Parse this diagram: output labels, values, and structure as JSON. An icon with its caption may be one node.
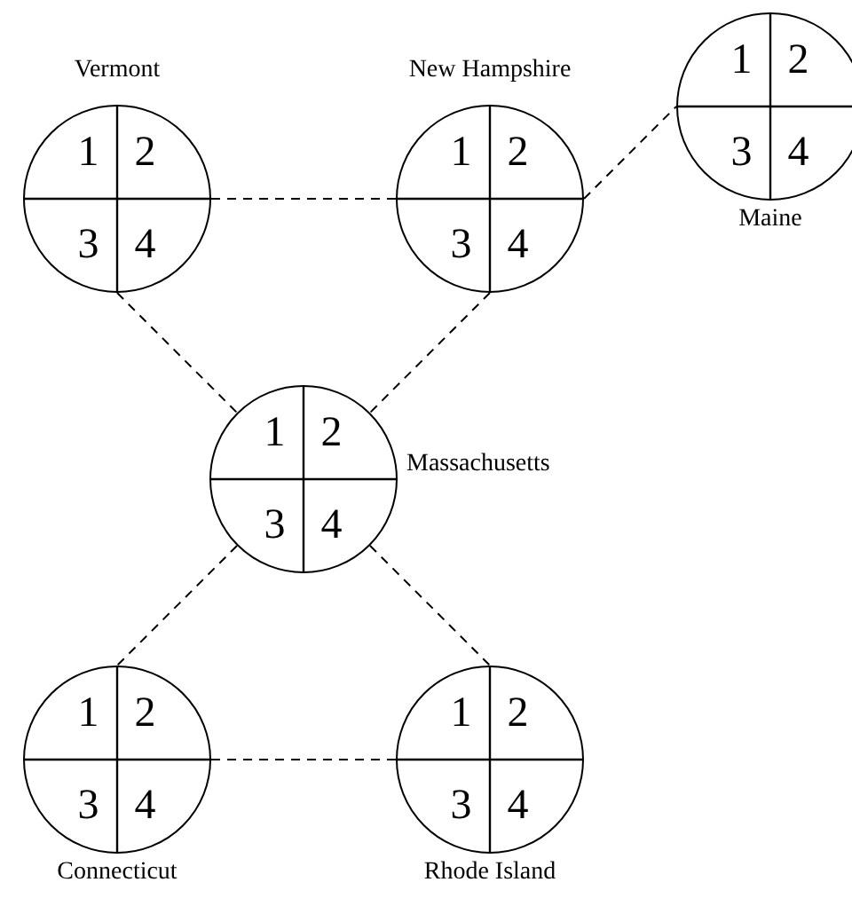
{
  "diagram": {
    "nodes": [
      {
        "text": [
          "1",
          "2",
          "3",
          "4"
        ],
        "beside": [
          "Vermont"
        ]
      },
      {
        "text": [
          "1",
          "2",
          "3",
          "4"
        ],
        "beside": [
          "New Hampshire"
        ]
      },
      {
        "text": [
          "1",
          "2",
          "3",
          "4"
        ],
        "beside": [
          "Maine"
        ]
      },
      {
        "text": [
          "1",
          "2",
          "3",
          "4"
        ],
        "beside": [
          "Massachusetts"
        ]
      },
      {
        "text": [
          "1",
          "2",
          "3",
          "4"
        ],
        "beside": [
          "Connecticut"
        ]
      },
      {
        "text": [
          "1",
          "2",
          "3",
          "4"
        ],
        "beside": [
          "Rhode Island"
        ]
      }
    ],
    "edges": [
      {
        "from": 0,
        "to": 1,
        "arrow": "none",
        "style": "dashed"
      },
      {
        "from": 1,
        "to": 2,
        "arrow": "none",
        "style": "dashed"
      },
      {
        "from": 0,
        "to": 3,
        "arrow": "none",
        "style": "dashed"
      },
      {
        "from": 1,
        "to": 3,
        "arrow": "none",
        "style": "dashed"
      },
      {
        "from": 3,
        "to": 4,
        "arrow": "none",
        "style": "dashed"
      },
      {
        "from": 3,
        "to": 5,
        "arrow": "none",
        "style": "dashed"
      },
      {
        "from": 4,
        "to": 5,
        "arrow": "none",
        "style": "dashed"
      }
    ]
  }
}
